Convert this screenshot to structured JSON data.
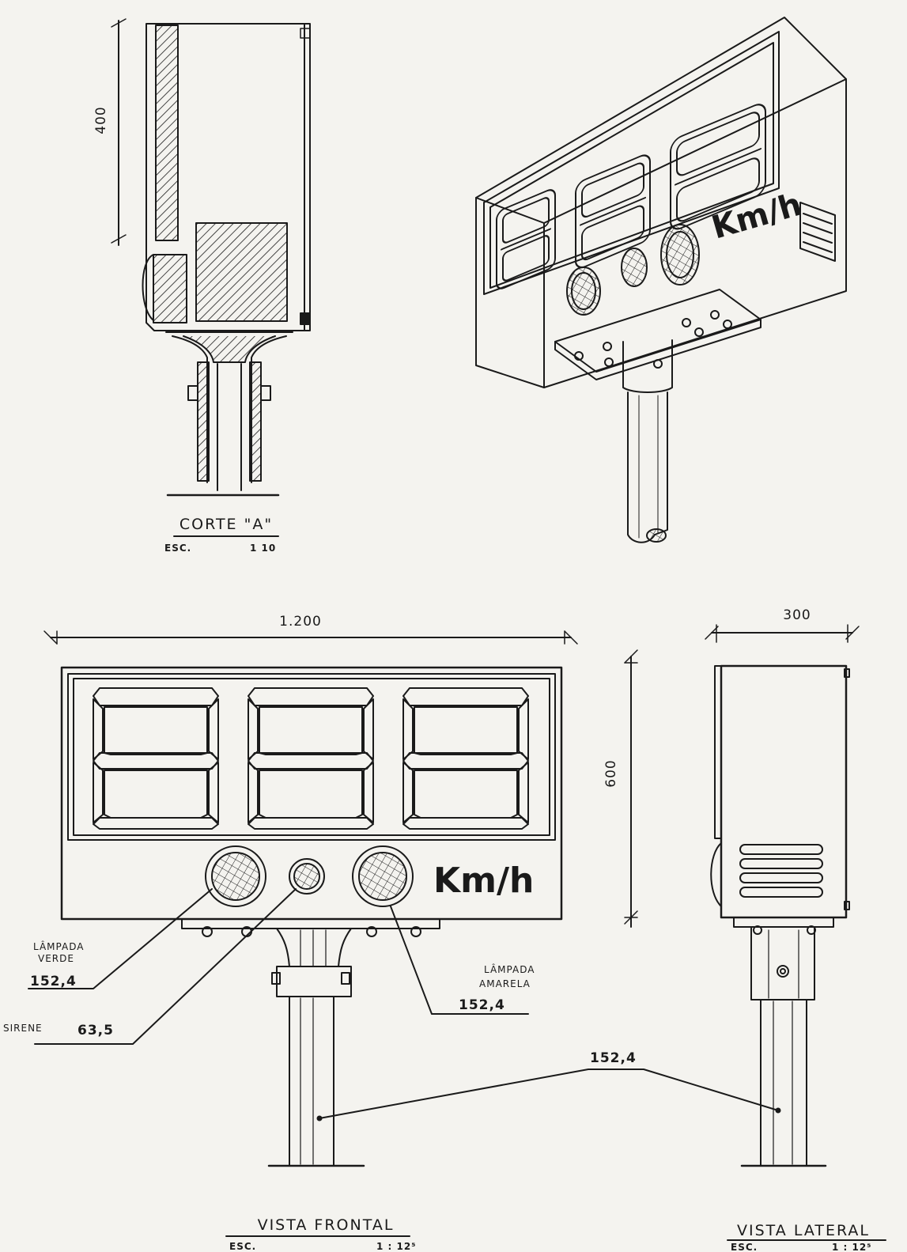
{
  "section_view": {
    "title": "CORTE \"A\"",
    "scale_label": "ESC.",
    "scale_value": "1 10",
    "height_dim": "400"
  },
  "front_view": {
    "title": "VISTA FRONTAL",
    "scale_label": "ESC.",
    "scale_value": "1 : 12⁵",
    "width_dim": "1.200",
    "height_dim": "600",
    "unit_text": "Km/h",
    "callouts": {
      "green_lamp": {
        "label_line1": "LÂMPADA",
        "label_line2": "VERDE",
        "value": "152,4"
      },
      "siren": {
        "label": "SIRENE",
        "value": "63,5"
      },
      "yellow_lamp": {
        "label_line1": "LÂMPADA",
        "label_line2": "AMARELA",
        "value": "152,4"
      },
      "pole": {
        "value": "152,4"
      }
    }
  },
  "side_view": {
    "title": "VISTA LATERAL",
    "scale_label": "ESC.",
    "scale_value": "1 : 12⁵",
    "width_dim": "300"
  },
  "perspective_view": {
    "unit_text": "Km/h"
  }
}
